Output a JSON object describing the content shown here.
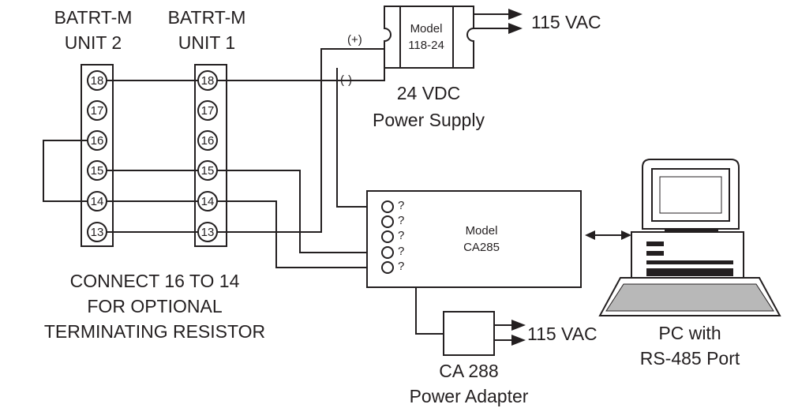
{
  "units": {
    "unit2": {
      "line1": "BATRT-M",
      "line2": "UNIT 2"
    },
    "unit1": {
      "line1": "BATRT-M",
      "line2": "UNIT 1"
    },
    "terminals": [
      "18",
      "17",
      "16",
      "15",
      "14",
      "13"
    ]
  },
  "power_supply": {
    "model_line1": "Model",
    "model_line2": "118-24",
    "plus": "(+)",
    "minus": "(-)",
    "ac_label": "115 VAC",
    "title_line1": "24 VDC",
    "title_line2": "Power Supply"
  },
  "ca285": {
    "model_line1": "Model",
    "model_line2": "CA285",
    "port_labels": [
      "?",
      "?",
      "?",
      "?",
      "?"
    ]
  },
  "adapter": {
    "ac_label": "115 VAC",
    "title_line1": "CA 288",
    "title_line2": "Power Adapter"
  },
  "pc": {
    "line1": "PC with",
    "line2": "RS-485 Port"
  },
  "note": {
    "line1": "CONNECT 16 TO 14",
    "line2": "FOR OPTIONAL",
    "line3": "TERMINATING RESISTOR"
  },
  "colors": {
    "ink": "#231f20",
    "background": "#ffffff"
  }
}
